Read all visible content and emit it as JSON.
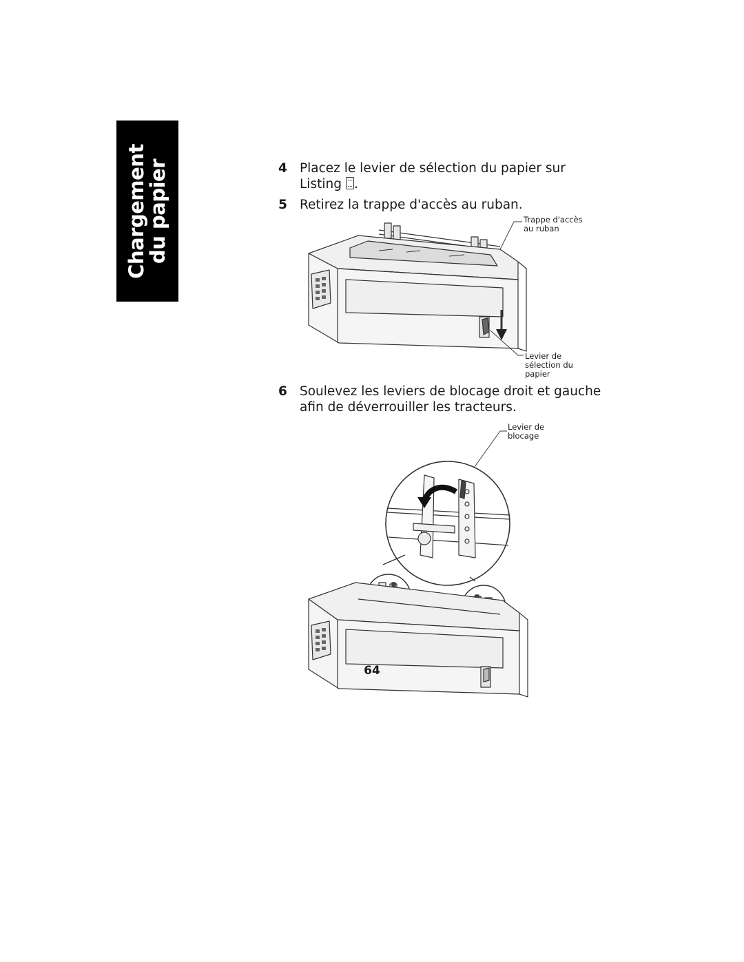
{
  "side_tab": {
    "line1": "Chargement",
    "line2": "du papier"
  },
  "steps": [
    {
      "num": "4",
      "line1": "Placez le levier de sélection du papier sur",
      "line2": "Listing",
      "line2_suffix": "."
    },
    {
      "num": "5",
      "line1": "Retirez la trappe d'accès au ruban."
    },
    {
      "num": "6",
      "line1": "Soulevez les leviers de blocage droit et gauche",
      "line2": "afin de déverrouiller les tracteurs."
    }
  ],
  "callouts": {
    "ribbon_door": {
      "line1": "Trappe d'accès",
      "line2": "au ruban"
    },
    "selection_lever": {
      "line1": "Levier de",
      "line2": "sélection du",
      "line3": "papier"
    },
    "lock_lever": {
      "line1": "Levier de",
      "line2": "blocage"
    }
  },
  "icons": {
    "listing": "listing-paper-icon"
  },
  "page_number": "64"
}
